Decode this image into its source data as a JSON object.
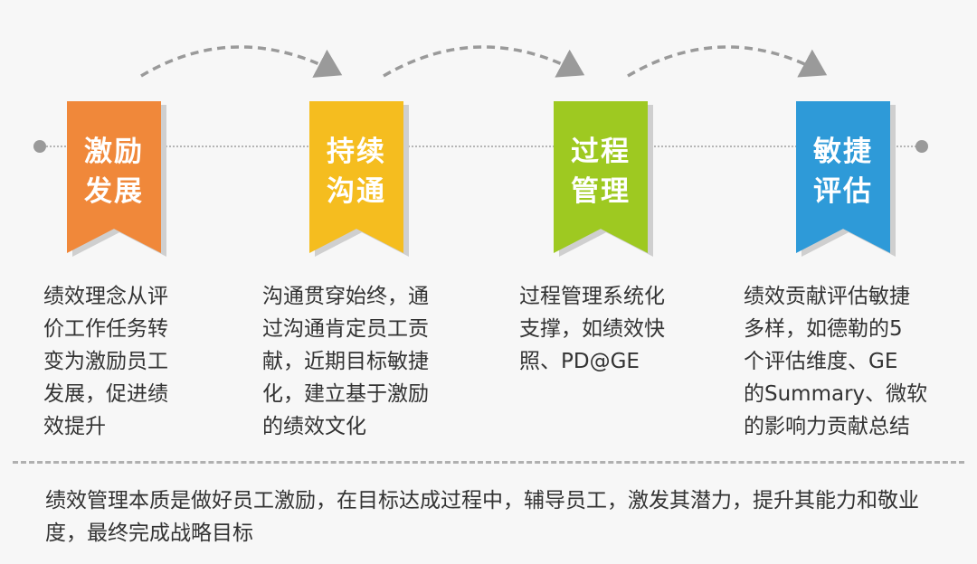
{
  "steps": [
    {
      "title_line1": "激励",
      "title_line2": "发展",
      "color": "#f0883a",
      "description": "绩效理念从评\n价工作任务转\n变为激励员工\n发展，促进绩\n效提升"
    },
    {
      "title_line1": "持续",
      "title_line2": "沟通",
      "color": "#f5bd1f",
      "description": "沟通贯穿始终，通\n过沟通肯定员工贡\n献，近期目标敏捷\n化，建立基于激励\n的绩效文化"
    },
    {
      "title_line1": "过程",
      "title_line2": "管理",
      "color": "#9ec921",
      "description": "过程管理系统化\n支撑，如绩效快\n照、PD@GE"
    },
    {
      "title_line1": "敏捷",
      "title_line2": "评估",
      "color": "#2e9ad8",
      "description": "绩效贡献评估敏捷\n多样，如德勒的5\n个评估维度、GE\n的Summary、微软\n的影响力贡献总结"
    }
  ],
  "summary": "绩效管理本质是做好员工激励，在目标达成过程中，辅导员工，激发其潜力，提升其能力和敬业度，最终完成战略目标",
  "colors": {
    "timeline": "#b5b5b5",
    "arrow": "#9a9a9a",
    "separator": "#b0b0b0"
  }
}
